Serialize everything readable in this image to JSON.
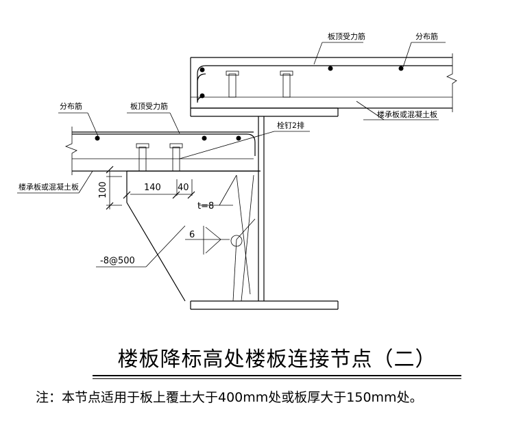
{
  "labels": {
    "distribution_bar_upper": "分布筋",
    "top_bar_upper": "板顶受力筋",
    "slab_upper": "楼承板或混凝土板",
    "distribution_bar_lower": "分布筋",
    "top_bar_lower": "板顶受力筋",
    "studs": "栓钉2排",
    "slab_lower": "楼承板或混凝土板",
    "dim_vertical": "100",
    "dim_140": "140",
    "dim_40": "40",
    "plate_thickness": "t=8",
    "weld_size": "6",
    "stiffener": "-8@500"
  },
  "title": "楼板降标高处楼板连接节点（二）",
  "note": "注：本节点适用于板上覆土大于400mm处或板厚大于150mm处。"
}
